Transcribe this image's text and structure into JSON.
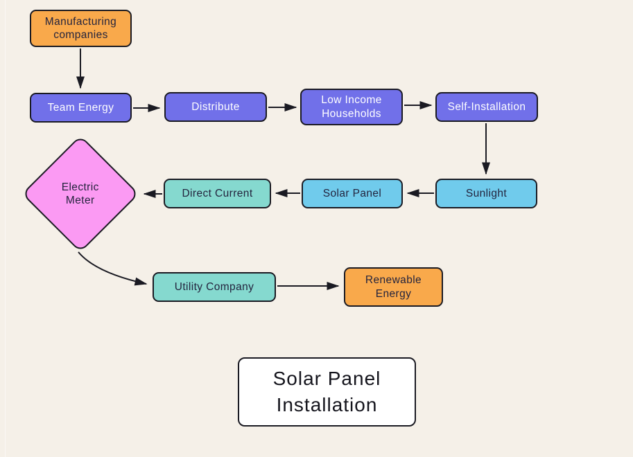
{
  "palette": {
    "background": "#f5f0e8",
    "orange": "#f9a94b",
    "purple": "#7170e9",
    "blue": "#70cbec",
    "teal": "#85d9cf",
    "pink": "#fb9af3",
    "outline": "#1a1a22",
    "text_dark": "#23233d",
    "text_light": "#ffffff",
    "title_background": "#ffffff"
  },
  "title": {
    "label": "Solar Panel Installation"
  },
  "nodes": [
    {
      "id": "manufacturing-companies",
      "label": "Manufacturing companies",
      "shape": "rounded-rect",
      "color": "orange"
    },
    {
      "id": "team-energy",
      "label": "Team Energy",
      "shape": "rounded-rect",
      "color": "purple"
    },
    {
      "id": "distribute",
      "label": "Distribute",
      "shape": "rounded-rect",
      "color": "purple"
    },
    {
      "id": "low-income-households",
      "label": "Low Income Households",
      "shape": "rounded-rect",
      "color": "purple"
    },
    {
      "id": "self-installation",
      "label": "Self-Installation",
      "shape": "rounded-rect",
      "color": "purple"
    },
    {
      "id": "sunlight",
      "label": "Sunlight",
      "shape": "rounded-rect",
      "color": "blue"
    },
    {
      "id": "solar-panel",
      "label": "Solar Panel",
      "shape": "rounded-rect",
      "color": "blue"
    },
    {
      "id": "direct-current",
      "label": "Direct Current",
      "shape": "rounded-rect",
      "color": "teal"
    },
    {
      "id": "electric-meter",
      "label": "Electric Meter",
      "shape": "diamond",
      "color": "pink"
    },
    {
      "id": "utility-company",
      "label": "Utility Company",
      "shape": "rounded-rect",
      "color": "teal"
    },
    {
      "id": "renewable-energy",
      "label": "Renewable Energy",
      "shape": "rounded-rect",
      "color": "orange"
    }
  ],
  "edges": [
    {
      "from": "manufacturing-companies",
      "to": "team-energy",
      "direction": "down"
    },
    {
      "from": "team-energy",
      "to": "distribute",
      "direction": "right"
    },
    {
      "from": "distribute",
      "to": "low-income-households",
      "direction": "right"
    },
    {
      "from": "low-income-households",
      "to": "self-installation",
      "direction": "right"
    },
    {
      "from": "self-installation",
      "to": "sunlight",
      "direction": "down"
    },
    {
      "from": "sunlight",
      "to": "solar-panel",
      "direction": "left"
    },
    {
      "from": "solar-panel",
      "to": "direct-current",
      "direction": "left"
    },
    {
      "from": "direct-current",
      "to": "electric-meter",
      "direction": "left"
    },
    {
      "from": "electric-meter",
      "to": "utility-company",
      "direction": "down-right"
    },
    {
      "from": "utility-company",
      "to": "renewable-energy",
      "direction": "right"
    }
  ]
}
